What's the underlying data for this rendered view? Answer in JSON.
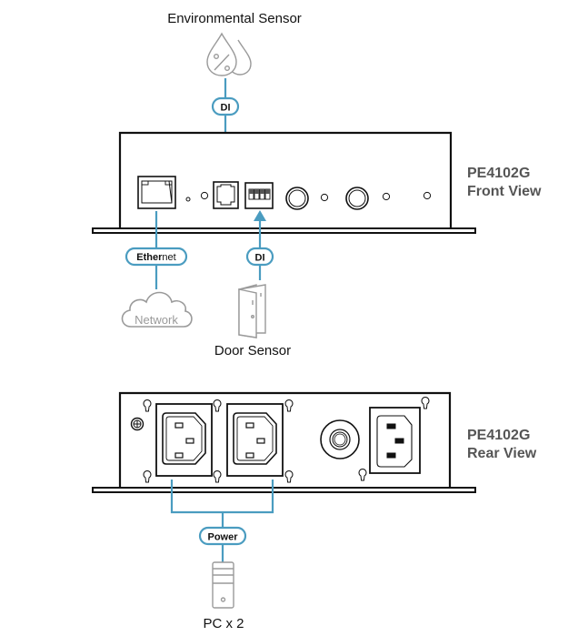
{
  "colors": {
    "cable": "#4a9cc0",
    "outline": "#111111",
    "icon_gray": "#9a9a9a",
    "model_label": "#555555"
  },
  "front": {
    "model": "PE4102G",
    "view": "Front View"
  },
  "rear": {
    "model": "PE4102G",
    "view": "Rear View"
  },
  "env_sensor": {
    "label": "Environmental Sensor",
    "icon": "humidity-drops-icon"
  },
  "env_connection": {
    "label": "DI"
  },
  "ethernet_connection": {
    "label_bold": "Ether",
    "label_regular": "net"
  },
  "network": {
    "label": "Network",
    "icon": "cloud-icon"
  },
  "door_connection": {
    "label": "DI"
  },
  "door_sensor": {
    "label": "Door Sensor",
    "icon": "door-icon"
  },
  "power_connection": {
    "label": "Power"
  },
  "pc": {
    "label": "PC x 2",
    "icon": "pc-tower-icon"
  }
}
